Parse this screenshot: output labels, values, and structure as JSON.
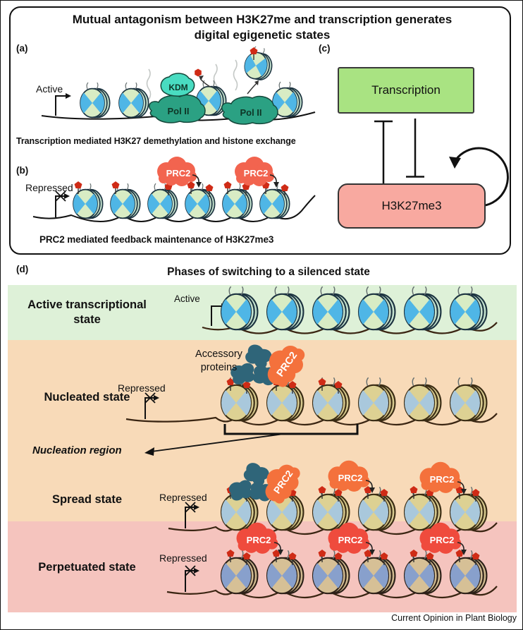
{
  "title": {
    "line1": "Mutual antagonism between H3K27me and transcription generates",
    "line2": "digital egigenetic states"
  },
  "panel_a": {
    "tag": "(a)",
    "state_label": "Active",
    "kdm_label": "KDM",
    "polii_label": "Pol II",
    "caption": "Transcription mediated H3K27 demethylation and histone exchange"
  },
  "panel_b": {
    "tag": "(b)",
    "state_label": "Repressed",
    "prc2_label": "PRC2",
    "caption": "PRC2 mediated feedback maintenance of H3K27me3"
  },
  "panel_c": {
    "tag": "(c)",
    "transcription_label": "Transcription",
    "h3k27me3_label": "H3K27me3"
  },
  "panel_d": {
    "tag": "(d)",
    "title": "Phases of switching to a silenced state",
    "row_active": {
      "label_line1": "Active transcriptional",
      "label_line2": "state",
      "state_label": "Active"
    },
    "row_nucleated": {
      "label": "Nucleated state",
      "state_label": "Repressed",
      "accessory_line1": "Accessory",
      "accessory_line2": "proteins",
      "prc2_label": "PRC2",
      "nucleation_label": "Nucleation region"
    },
    "row_spread": {
      "label": "Spread state",
      "state_label": "Repressed",
      "prc2_label": "PRC2"
    },
    "row_perpetuated": {
      "label": "Perpetuated state",
      "state_label": "Repressed",
      "prc2_label": "PRC2"
    }
  },
  "credit": "Current Opinion in Plant Biology",
  "colors": {
    "band-active": "#def1d8",
    "band-nucleated": "#f8dab8",
    "band-perpetuated": "#f5c4be",
    "box-green": "#a9e382",
    "box-pink": "#f8a9a0",
    "polii": "#2ba183",
    "kdm": "#49dcc1",
    "prc2-b": "#f2644f",
    "prc2-o": "#f4713c",
    "prc2-r": "#ef4b3d",
    "accessory": "#2f6579",
    "mark": "#cf2b16",
    "nuc-active-blue": "#4fb6e6",
    "nuc-active-green": "#d8ecc4",
    "nuc-rep-blue": "#a9c8dc",
    "nuc-rep-tan": "#ddd193",
    "nuc-perp-blue": "#88a0cc",
    "nuc-perp-tan": "#d6c096",
    "dna-d": "#3a2512"
  }
}
